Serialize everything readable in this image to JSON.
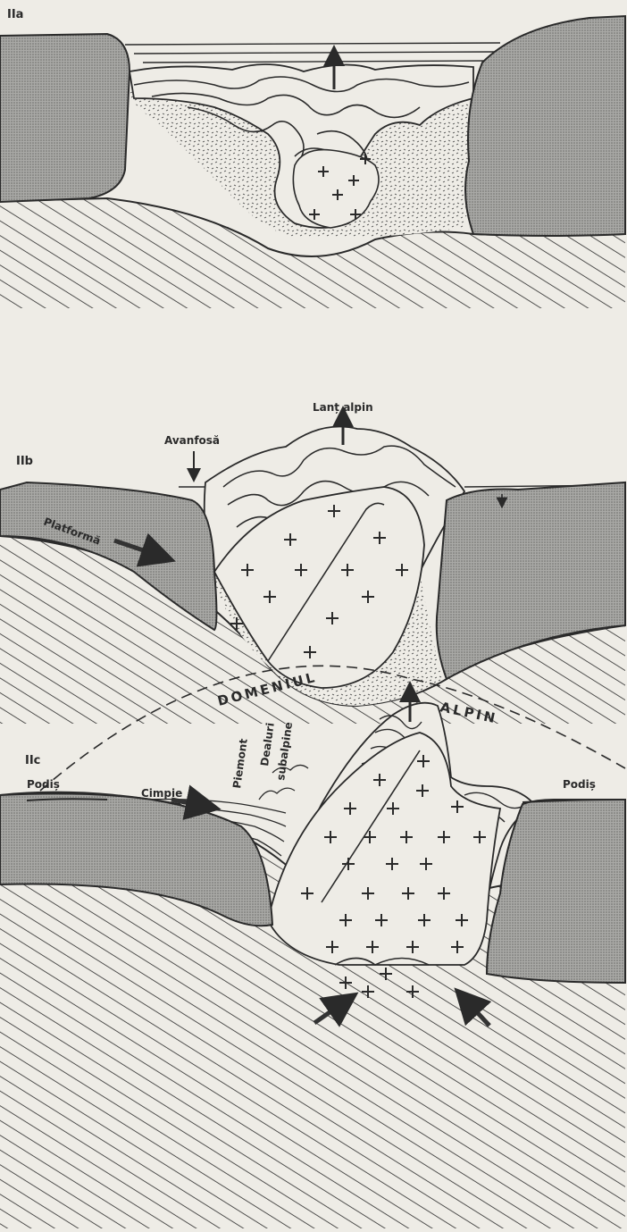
{
  "panels": {
    "a": {
      "id": "IIa"
    },
    "b": {
      "id": "IIb",
      "lant": "Lanț alpin",
      "avanfosa": "Avanfosă",
      "platforma": "Platformă"
    },
    "c": {
      "id": "IIc",
      "domeniul": "DOMENIUL",
      "alpin": "ALPIN",
      "podis_left": "Podiș",
      "podis_right": "Podiș",
      "cimpie": "Cimpie",
      "piemont": "Piemont",
      "dealuri1": "Dealuri",
      "dealuri2": "subalpine"
    }
  },
  "colors": {
    "ink": "#2a2a2a",
    "stipple": "#9a9a9a",
    "paper": "#eeece6"
  }
}
